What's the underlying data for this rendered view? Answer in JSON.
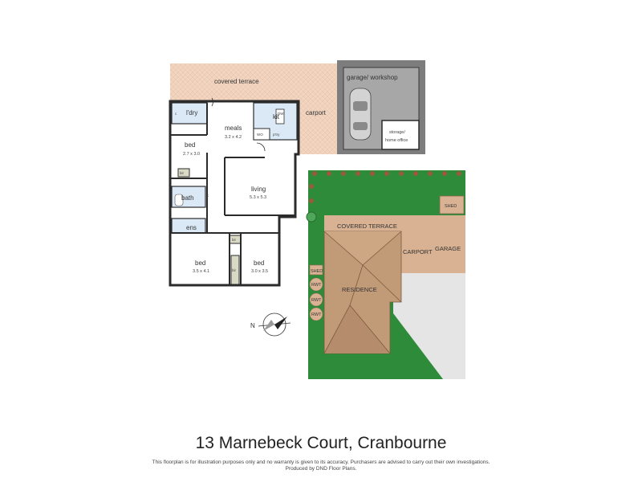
{
  "floorplan": {
    "labels": {
      "covered_terrace": "covered terrace",
      "garage_workshop": "garage/ workshop",
      "carport": "carport",
      "storage_line1": "storage/",
      "storage_line2": "home office",
      "ldry": "l'dry",
      "c1": "c",
      "meals": "meals",
      "meals_dim": "3.2 x 4.2",
      "kit": "kit",
      "dw": "DW",
      "wo": "WO",
      "pty": "p'try",
      "bed1": "bed",
      "bed1_dim": "2.7 x 3.0",
      "bir1": "bir",
      "bath": "bath",
      "c2": "c",
      "ens": "ens",
      "living": "living",
      "living_dim": "5.3 x 5.3",
      "bed2": "bed",
      "bed2_dim": "3.5 x 4.1",
      "bir2": "bir",
      "bir3": "bir",
      "bed3": "bed",
      "bed3_dim": "3.0 x 3.5"
    }
  },
  "site_plan": {
    "shed_top": "SHED",
    "covered_terrace": "COVERED TERRACE",
    "carport": "CARPORT",
    "garage": "GARAGE",
    "shed_side": "SHED",
    "residence": "RESIDENCE",
    "rwt1": "RWT",
    "rwt2": "RWT",
    "rwt3": "RWT"
  },
  "compass": {
    "north_letter": "N"
  },
  "footer": {
    "title": "13 Marnebeck Court, Cranbourne",
    "disclaimer": "This floorplan is for illustration purposes only and no warranty is given to its accuracy. Purchasers are advised to carry out their own investigations.",
    "producer": "Produced by DND Floor Plans."
  },
  "colors": {
    "terrace": "#f1d5c0",
    "garage": "#7d7d7d",
    "grass": "#2e8b3a",
    "roof": "#c19a78",
    "driveway": "#e5e5e5",
    "walls": "#2b2b2b"
  }
}
